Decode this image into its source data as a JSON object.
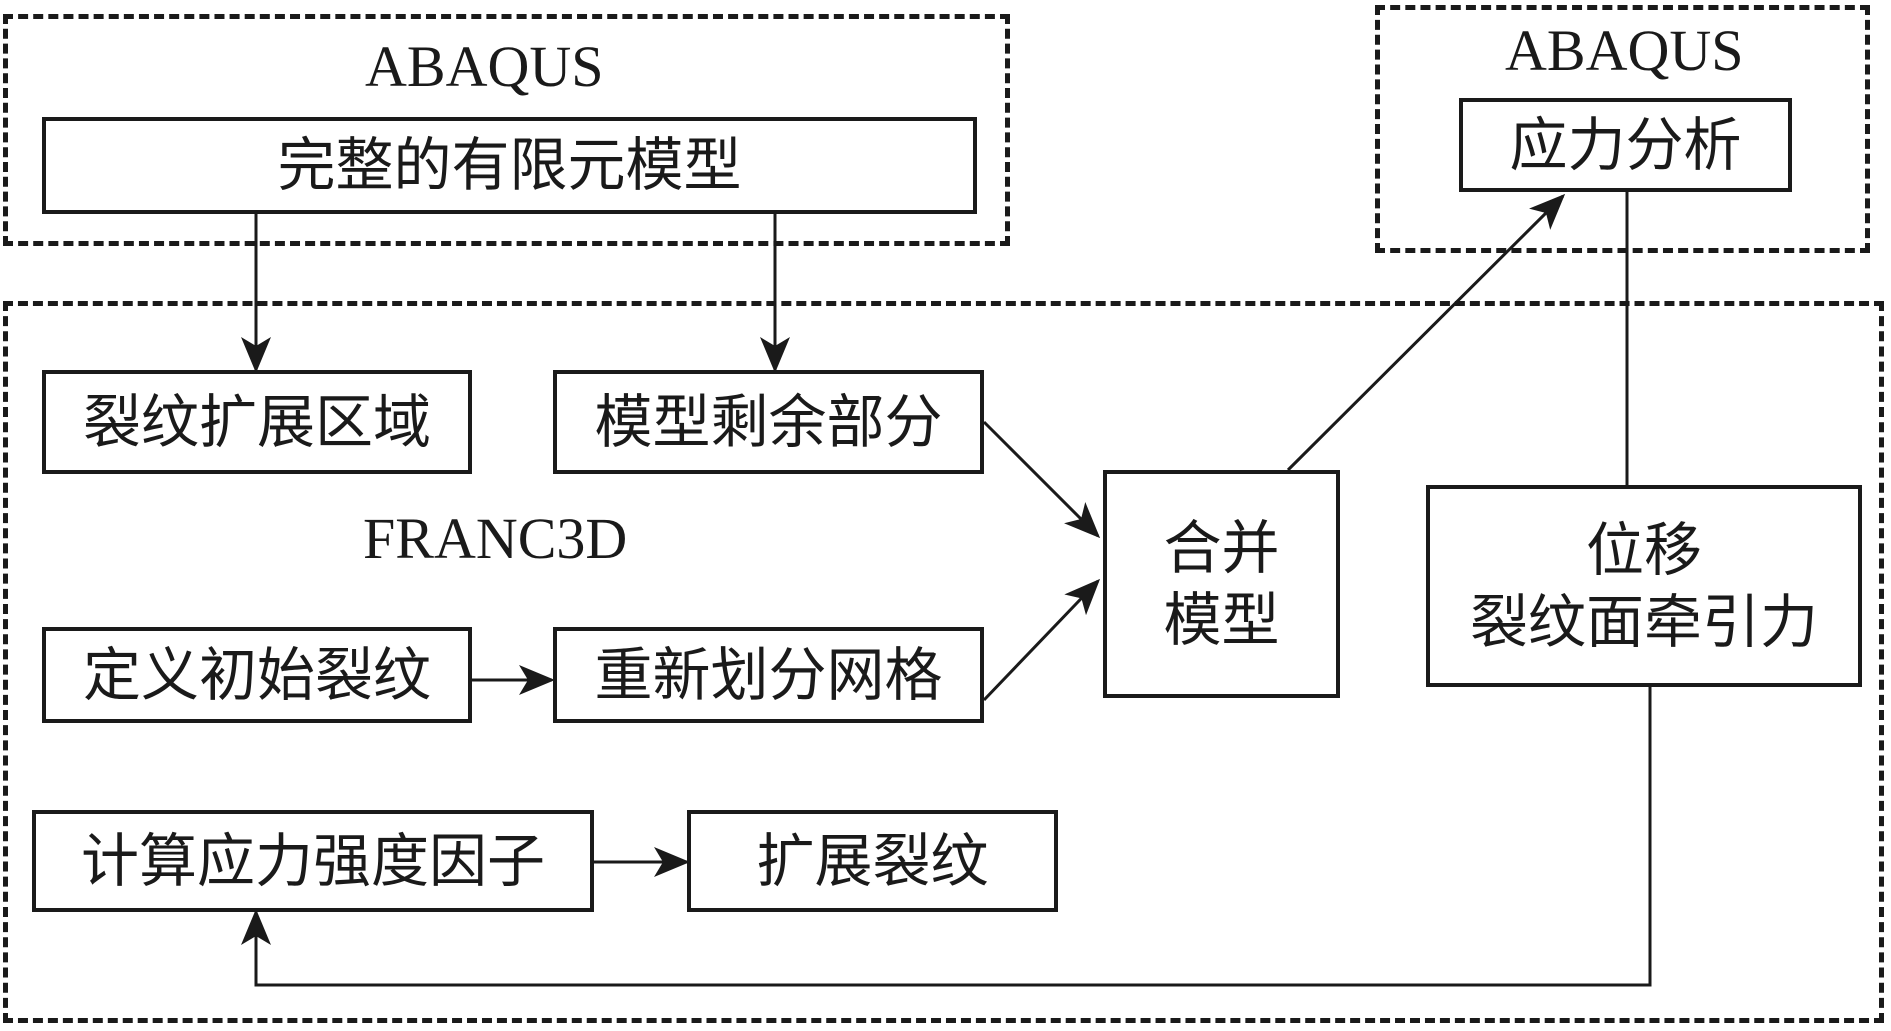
{
  "regions": {
    "abaqus_top": {
      "label": "ABAQUS"
    },
    "abaqus_right": {
      "label": "ABAQUS"
    },
    "franc3d": {
      "label": "FRANC3D"
    }
  },
  "nodes": {
    "full_model": "完整的有限元模型",
    "crack_region": "裂纹扩展区域",
    "remaining_model": "模型剩余部分",
    "initial_crack": "定义初始裂纹",
    "remesh": "重新划分网格",
    "merge_model": {
      "line1": "合并",
      "line2": "模型"
    },
    "stress_analysis": "应力分析",
    "displacement_traction": {
      "line1": "位移",
      "line2": "裂纹面牵引力"
    },
    "compute_sif": "计算应力强度因子",
    "extend_crack": "扩展裂纹"
  }
}
